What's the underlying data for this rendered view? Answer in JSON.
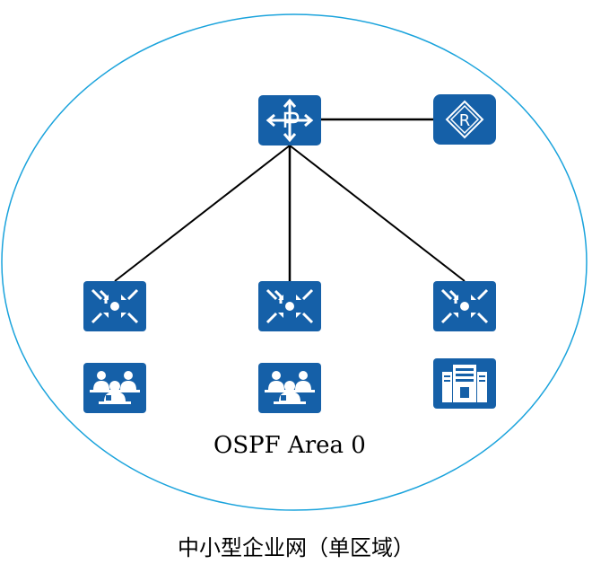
{
  "diagram": {
    "area_label": "OSPF Area 0",
    "caption": "中小型企业网（单区域）",
    "colors": {
      "boundary": "#1aa3dc",
      "icon_fill": "#1560a8",
      "icon_glyph": "#ffffff",
      "link": "#000000"
    },
    "nodes": [
      {
        "id": "core-switch",
        "icon": "layer3-switch-icon"
      },
      {
        "id": "router",
        "icon": "router-icon",
        "glyph_text": "R"
      },
      {
        "id": "access-switch-1",
        "icon": "switch-icon"
      },
      {
        "id": "access-switch-2",
        "icon": "switch-icon"
      },
      {
        "id": "access-switch-3",
        "icon": "switch-icon"
      },
      {
        "id": "users-1",
        "icon": "user-group-icon"
      },
      {
        "id": "users-2",
        "icon": "user-group-icon"
      },
      {
        "id": "server",
        "icon": "server-icon"
      }
    ],
    "links": [
      {
        "from": "core-switch",
        "to": "router"
      },
      {
        "from": "core-switch",
        "to": "access-switch-1"
      },
      {
        "from": "core-switch",
        "to": "access-switch-2"
      },
      {
        "from": "core-switch",
        "to": "access-switch-3"
      }
    ]
  }
}
